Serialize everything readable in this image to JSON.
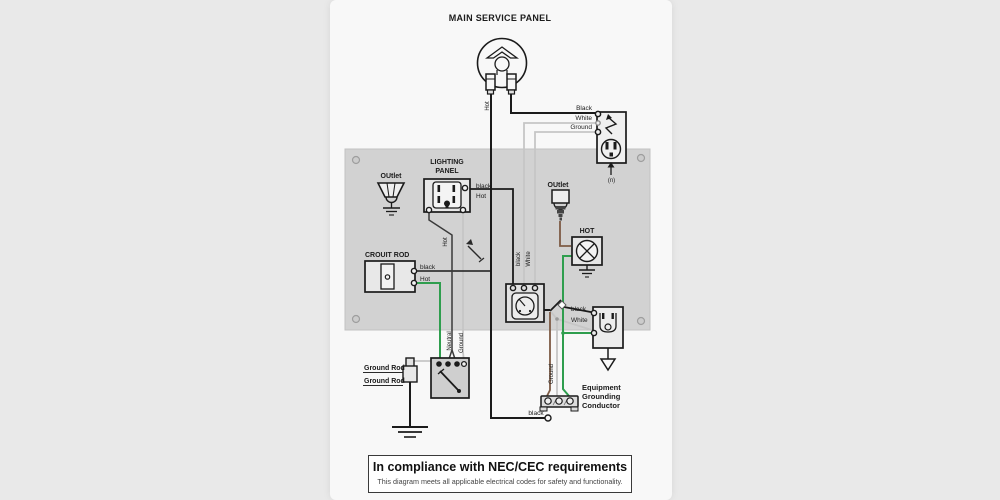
{
  "window": {
    "background": "#e9e9e9",
    "card_background": "#f8f8f8",
    "panel_background": "#d2d2d2"
  },
  "colors": {
    "wire_black": "#1b1b1b",
    "wire_white": "#c6c6c6",
    "wire_green": "#2f9e4e",
    "wire_brown": "#7d5b45"
  },
  "diagram": {
    "title": "MAIN SERVICE PANEL",
    "service_wire_hot": "Hot",
    "feed": {
      "black": "Black",
      "white": "White",
      "ground": "Ground",
      "neutral_symbol": "(n)"
    },
    "outlet_left_label": "OUtlet",
    "lighting_panel": {
      "line1": "LIGHTING",
      "line2": "PANEL",
      "black": "black",
      "hot": "Hot",
      "hot_wire": "Hot"
    },
    "crouit_rod": {
      "label": "CROUIT ROD",
      "black": "black",
      "hot": "Hot"
    },
    "mid_wires": {
      "black": "black",
      "white": "White"
    },
    "outlet_right_label": "OUtlet",
    "hot_fan_label": "HOT",
    "switch_wires": {
      "black": "black",
      "white": "White"
    },
    "bottom_wires": {
      "neutral": "Neutral",
      "ground": "Ground"
    },
    "ground_rod": {
      "label1": "Ground Rod",
      "label2": "Ground Rod"
    },
    "strip": {
      "ground": "Ground",
      "egc1": "Equipment",
      "egc2": "Grounding",
      "egc3": "Conductor",
      "black": "black"
    }
  },
  "caption": {
    "title": "In compliance with NEC/CEC requirements",
    "subtitle": "This diagram meets all applicable electrical codes for safety and functionality."
  }
}
